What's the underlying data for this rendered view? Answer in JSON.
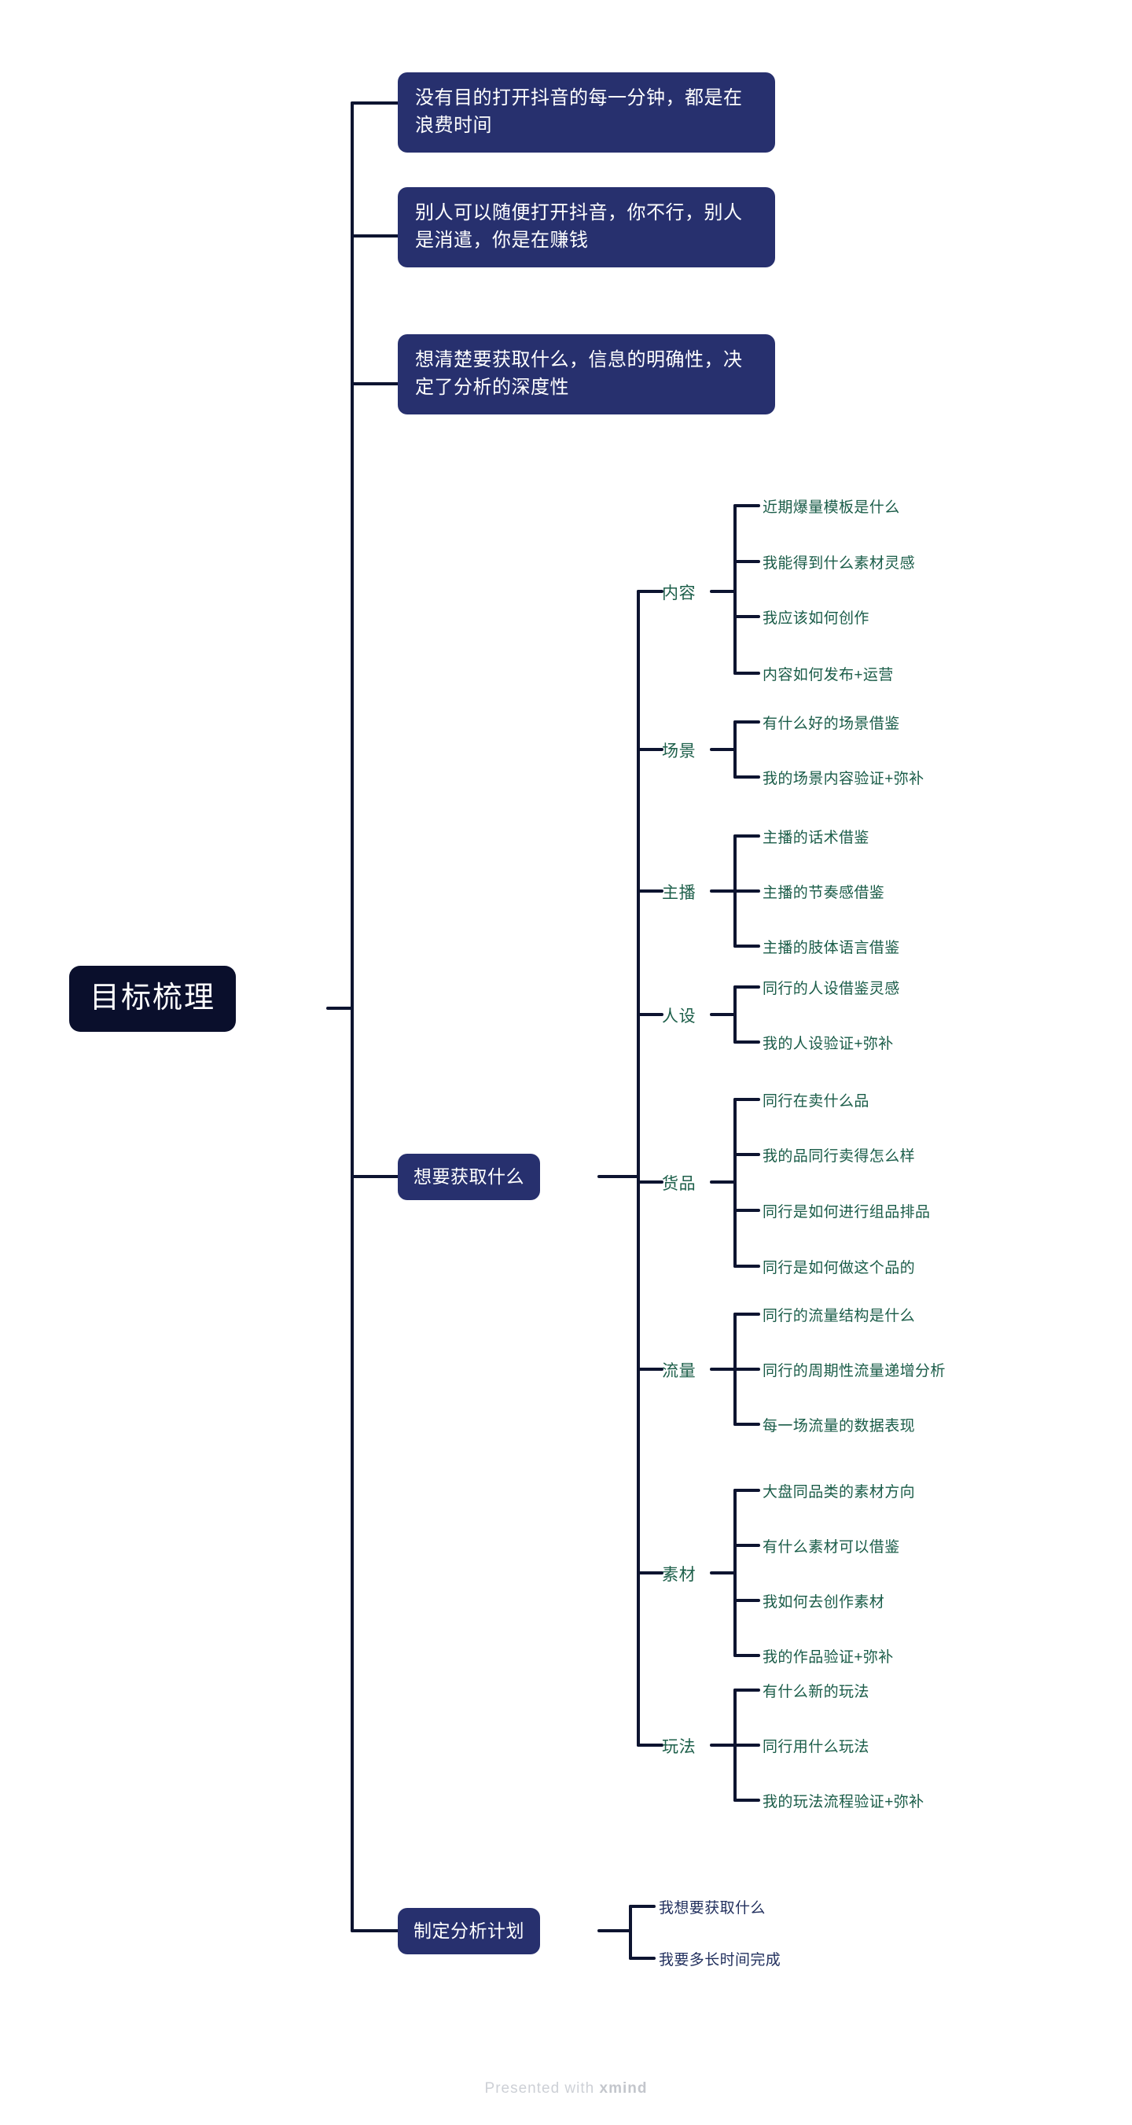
{
  "root": {
    "label": "目标梳理"
  },
  "colors": {
    "root_fill": "#0a0f2c",
    "topic_fill": "#27306e",
    "topic_text": "#ffffff",
    "branch_text": "#1d5f4a",
    "leaf_text": "#1a5c48",
    "plan_leaf_text": "#22305e",
    "connector": "#0d1430",
    "background": "#ffffff",
    "footer_text": "#cdd0d6"
  },
  "topics": [
    {
      "id": "topic-1",
      "label": "没有目的打开抖音的每一分钟，都是在浪费时间"
    },
    {
      "id": "topic-2",
      "label": "别人可以随便打开抖音，你不行，别人是消遣，你是在赚钱"
    },
    {
      "id": "topic-3",
      "label": "想清楚要获取什么，信息的明确性，决定了分析的深度性"
    },
    {
      "id": "topic-4",
      "label": "想要获取什么"
    },
    {
      "id": "topic-5",
      "label": "制定分析计划"
    }
  ],
  "branches": [
    {
      "id": "branch-content",
      "label": "内容",
      "children": [
        "近期爆量模板是什么",
        "我能得到什么素材灵感",
        "我应该如何创作",
        "内容如何发布+运营"
      ]
    },
    {
      "id": "branch-scene",
      "label": "场景",
      "children": [
        "有什么好的场景借鉴",
        "我的场景内容验证+弥补"
      ]
    },
    {
      "id": "branch-anchor",
      "label": "主播",
      "children": [
        "主播的话术借鉴",
        "主播的节奏感借鉴",
        "主播的肢体语言借鉴"
      ]
    },
    {
      "id": "branch-persona",
      "label": "人设",
      "children": [
        "同行的人设借鉴灵感",
        "我的人设验证+弥补"
      ]
    },
    {
      "id": "branch-goods",
      "label": "货品",
      "children": [
        "同行在卖什么品",
        "我的品同行卖得怎么样",
        "同行是如何进行组品排品",
        "同行是如何做这个品的"
      ]
    },
    {
      "id": "branch-traffic",
      "label": "流量",
      "children": [
        "同行的流量结构是什么",
        "同行的周期性流量递增分析",
        "每一场流量的数据表现"
      ]
    },
    {
      "id": "branch-material",
      "label": "素材",
      "children": [
        "大盘同品类的素材方向",
        "有什么素材可以借鉴",
        "我如何去创作素材",
        "我的作品验证+弥补"
      ]
    },
    {
      "id": "branch-playbook",
      "label": "玩法",
      "children": [
        "有什么新的玩法",
        "同行用什么玩法",
        "我的玩法流程验证+弥补"
      ]
    }
  ],
  "plan_children": [
    "我想要获取什么",
    "我要多长时间完成"
  ],
  "footer": {
    "prefix": "Presented with ",
    "brand": "xmind"
  }
}
